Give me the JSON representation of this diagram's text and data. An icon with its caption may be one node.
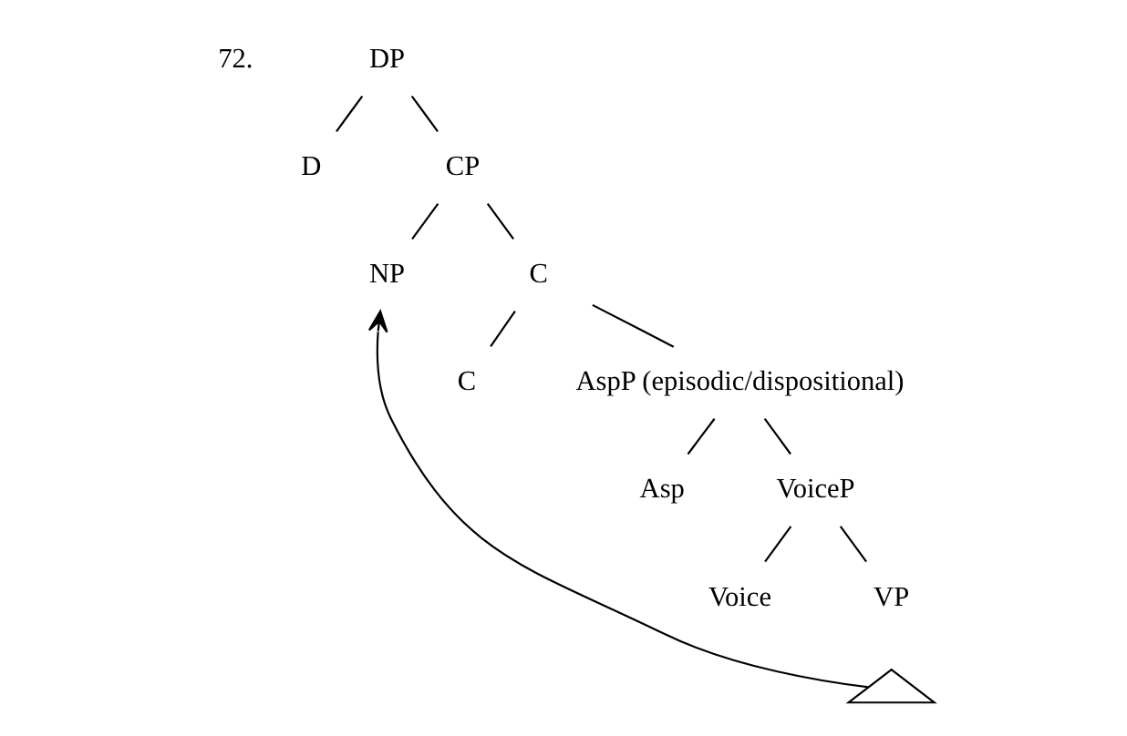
{
  "diagram": {
    "nodes": [
      {
        "text": [
          "DP"
        ]
      },
      {
        "text": [
          "D"
        ]
      },
      {
        "text": [
          "CP"
        ]
      },
      {
        "text": [
          "NP"
        ]
      },
      {
        "text": [
          "C"
        ]
      },
      {
        "text": [
          "C"
        ]
      },
      {
        "text": [
          "AspP (episodic/dispositional)"
        ]
      },
      {
        "text": [
          "Asp"
        ]
      },
      {
        "text": [
          "VoiceP"
        ]
      },
      {
        "text": [
          "Voice"
        ]
      },
      {
        "text": [
          "VP"
        ]
      },
      {
        "text": [],
        "shape": "triangle"
      }
    ],
    "edges": [
      {
        "from": 0,
        "to": 1,
        "arrow": "none"
      },
      {
        "from": 0,
        "to": 2,
        "arrow": "none"
      },
      {
        "from": 2,
        "to": 3,
        "arrow": "none"
      },
      {
        "from": 2,
        "to": 4,
        "arrow": "none"
      },
      {
        "from": 4,
        "to": 5,
        "arrow": "none"
      },
      {
        "from": 4,
        "to": 6,
        "arrow": "none"
      },
      {
        "from": 6,
        "to": 7,
        "arrow": "none"
      },
      {
        "from": 6,
        "to": 8,
        "arrow": "none"
      },
      {
        "from": 8,
        "to": 9,
        "arrow": "none"
      },
      {
        "from": 8,
        "to": 10,
        "arrow": "none"
      },
      {
        "from": 11,
        "to": 3,
        "arrow": "to"
      }
    ],
    "labels": [
      "72."
    ]
  }
}
